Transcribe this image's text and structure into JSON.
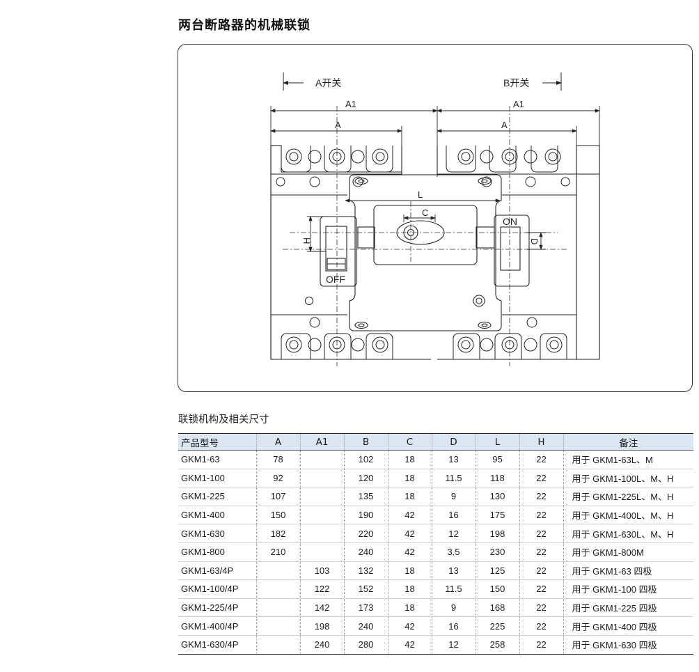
{
  "page_title": "两台断路器的机械联锁",
  "subtitle": "联锁机构及相关尺寸",
  "drawing": {
    "label_a_switch": "A开关",
    "label_b_switch": "B开关",
    "label_a1_left": "A1",
    "label_a1_right": "A1",
    "label_a_left": "A",
    "label_a_right": "A",
    "label_l": "L",
    "label_c": "C",
    "label_h": "H",
    "label_d": "D",
    "label_on": "ON",
    "label_off": "OFF"
  },
  "table": {
    "headers": [
      "产品型号",
      "A",
      "A1",
      "B",
      "C",
      "D",
      "L",
      "H",
      "备注"
    ],
    "rows": [
      [
        "GKM1-63",
        "78",
        "",
        "102",
        "18",
        "13",
        "95",
        "22",
        "用于 GKM1-63L、M"
      ],
      [
        "GKM1-100",
        "92",
        "",
        "120",
        "18",
        "11.5",
        "118",
        "22",
        "用于 GKM1-100L、M、H"
      ],
      [
        "GKM1-225",
        "107",
        "",
        "135",
        "18",
        "9",
        "130",
        "22",
        "用于 GKM1-225L、M、H"
      ],
      [
        "GKM1-400",
        "150",
        "",
        "190",
        "42",
        "16",
        "175",
        "22",
        "用于 GKM1-400L、M、H"
      ],
      [
        "GKM1-630",
        "182",
        "",
        "220",
        "42",
        "12",
        "198",
        "22",
        "用于 GKM1-630L、M、H"
      ],
      [
        "GKM1-800",
        "210",
        "",
        "240",
        "42",
        "3.5",
        "230",
        "22",
        "用于 GKM1-800M"
      ],
      [
        "GKM1-63/4P",
        "",
        "103",
        "132",
        "18",
        "13",
        "125",
        "22",
        "用于 GKM1-63 四极"
      ],
      [
        "GKM1-100/4P",
        "",
        "122",
        "152",
        "18",
        "11.5",
        "150",
        "22",
        "用于 GKM1-100 四极"
      ],
      [
        "GKM1-225/4P",
        "",
        "142",
        "173",
        "18",
        "9",
        "168",
        "22",
        "用于 GKM1-225 四极"
      ],
      [
        "GKM1-400/4P",
        "",
        "198",
        "240",
        "42",
        "16",
        "225",
        "22",
        "用于 GKM1-400 四极"
      ],
      [
        "GKM1-630/4P",
        "",
        "240",
        "280",
        "42",
        "12",
        "258",
        "22",
        "用于 GKM1-630 四极"
      ]
    ]
  }
}
